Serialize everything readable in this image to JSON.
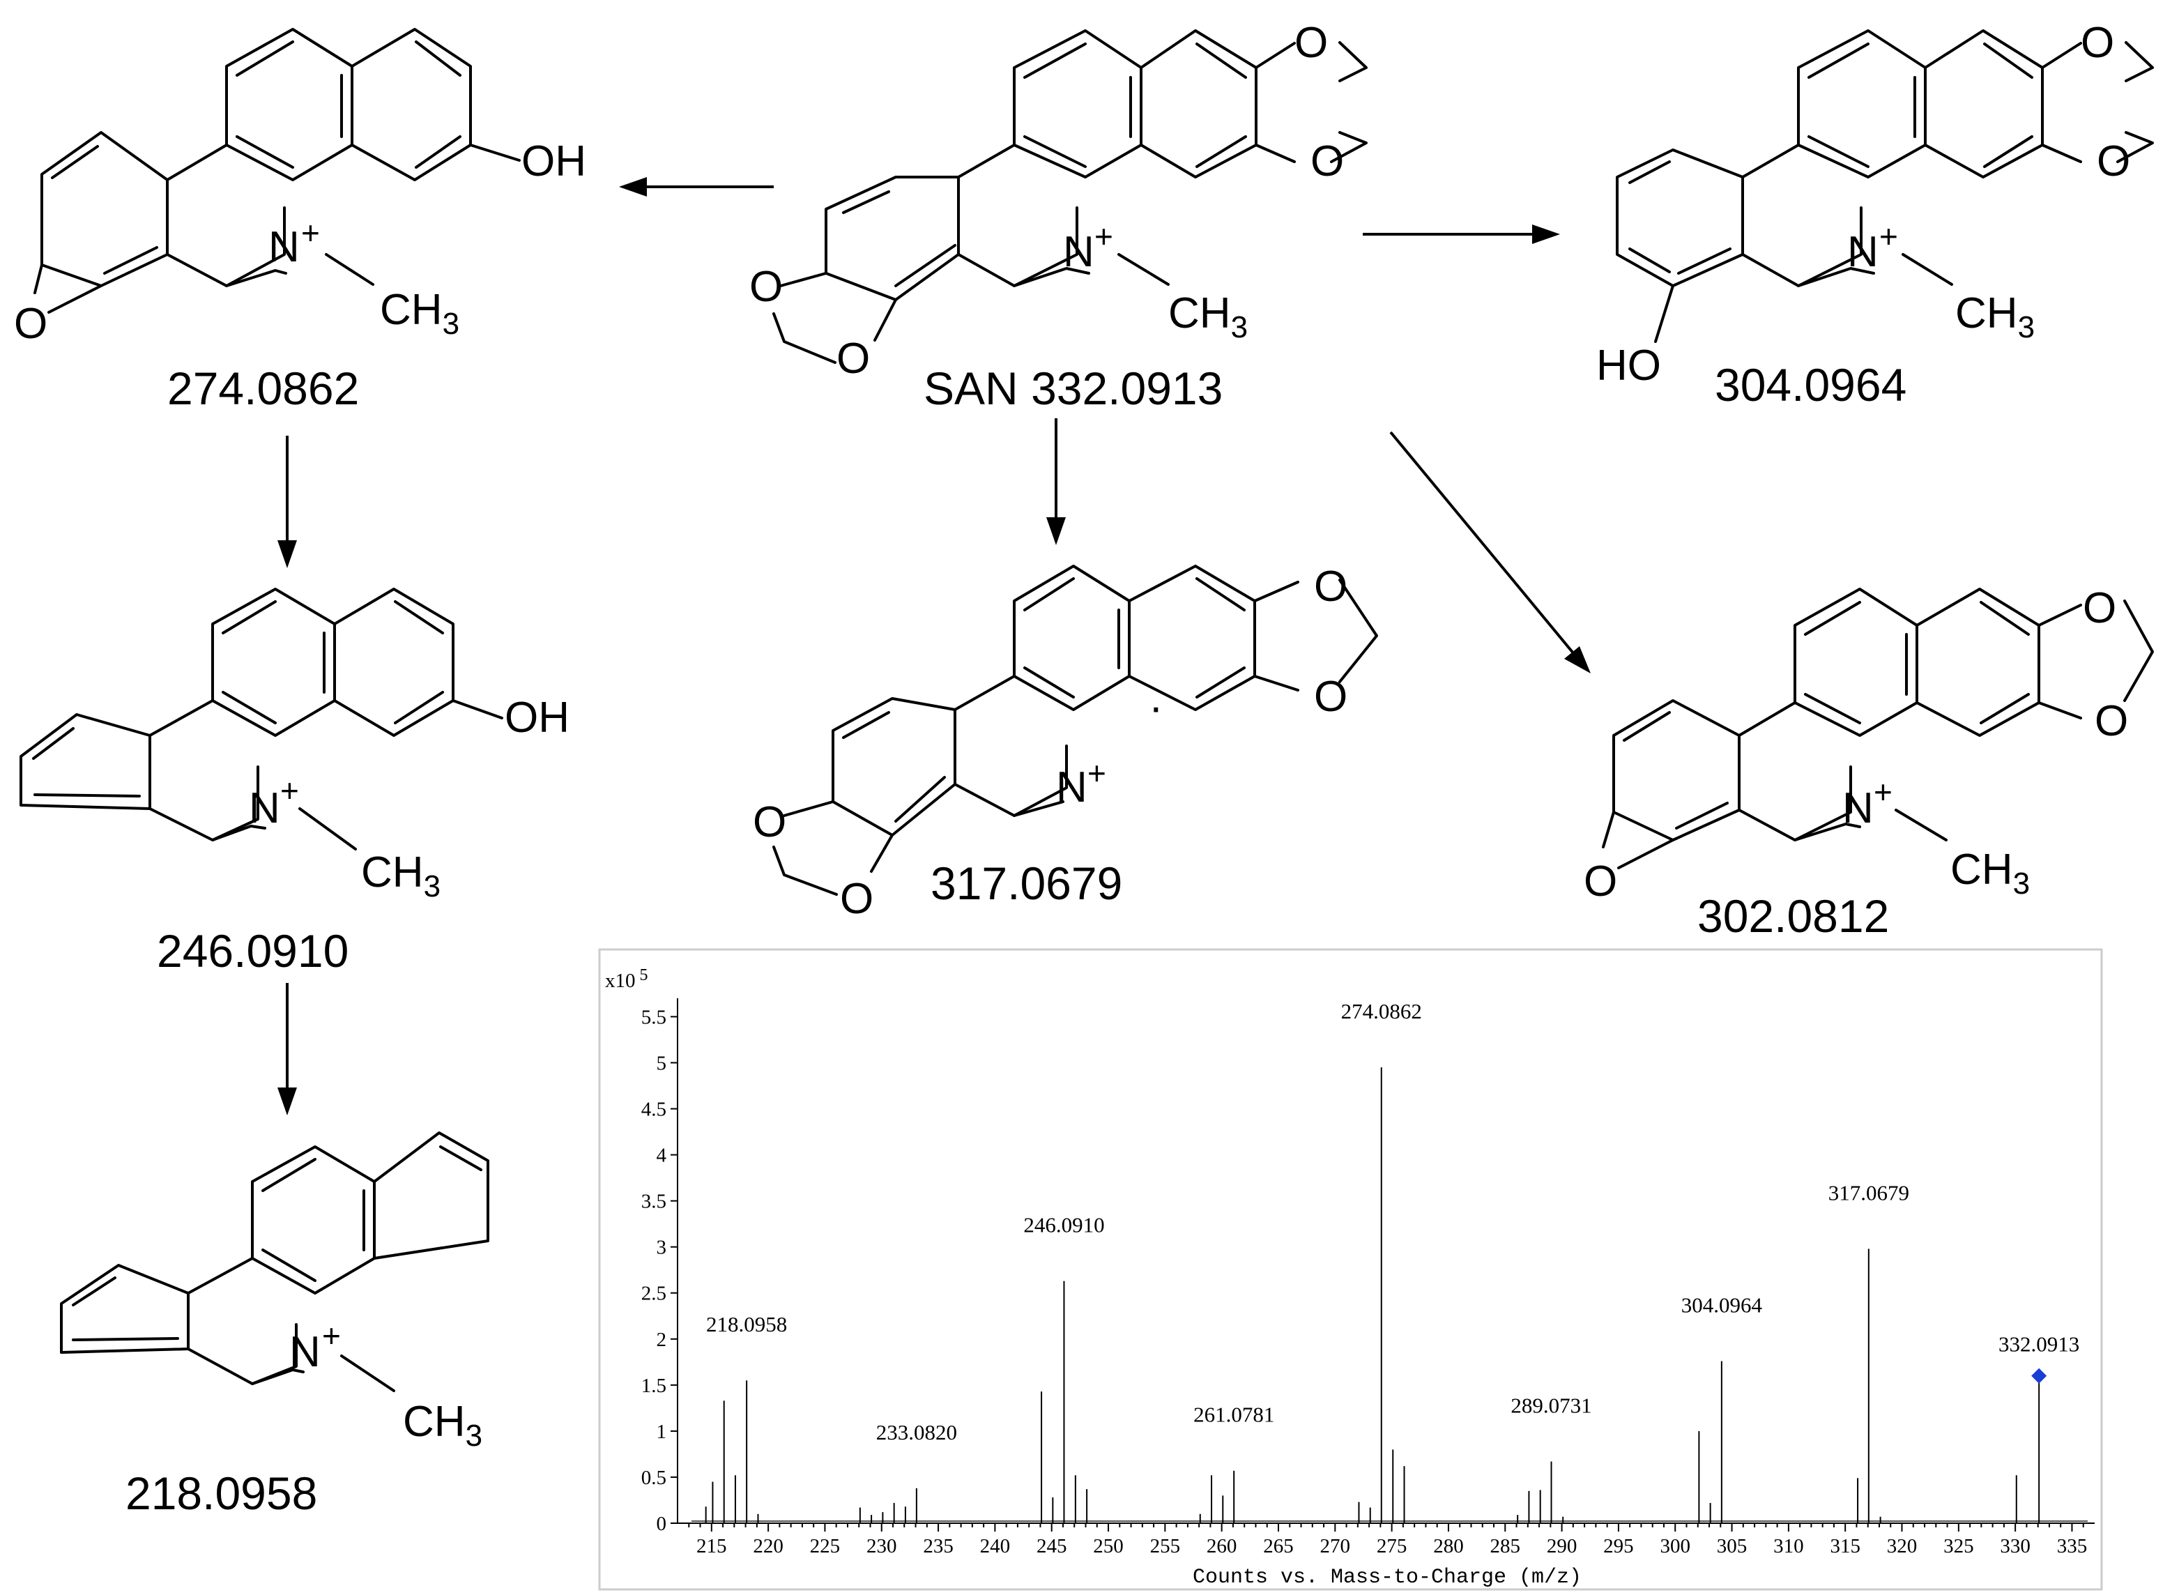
{
  "atoms": {
    "oh": "OH",
    "ho": "HO",
    "o": "O",
    "n": "N",
    "plus": "+",
    "ch": "CH",
    "three": "3",
    "radical": "·"
  },
  "compounds": {
    "san_prefix": "SAN",
    "san": "332.0913",
    "c274": "274.0862",
    "c304": "304.0964",
    "c317": "317.0679",
    "c302": "302.0812",
    "c246": "246.0910",
    "c218": "218.0958"
  },
  "chart_data": {
    "type": "bar",
    "title": "",
    "xlabel": "Counts vs. Mass-to-Charge (m/z)",
    "ylabel_multiplier": "x10",
    "ylabel_exponent": "5",
    "xlim": [
      212,
      337
    ],
    "ylim": [
      0,
      5.7
    ],
    "x_ticks": [
      215,
      220,
      225,
      230,
      235,
      240,
      245,
      250,
      255,
      260,
      265,
      270,
      275,
      280,
      285,
      290,
      295,
      300,
      305,
      310,
      315,
      320,
      325,
      330,
      335
    ],
    "y_ticks": [
      "0",
      "0.5",
      "1",
      "1.5",
      "2",
      "2.5",
      "3",
      "3.5",
      "4",
      "4.5",
      "5",
      "5.5"
    ],
    "precursor_marker_color": "#1a3fd6",
    "precursor": {
      "x": 332.0913,
      "y": 1.6
    },
    "labeled_peaks": [
      {
        "label": "218.0958",
        "x": 218.0958,
        "y": 1.55
      },
      {
        "label": "233.0820",
        "x": 233.082,
        "y": 0.38
      },
      {
        "label": "246.0910",
        "x": 246.091,
        "y": 2.63
      },
      {
        "label": "261.0781",
        "x": 261.0781,
        "y": 0.57
      },
      {
        "label": "274.0862",
        "x": 274.0862,
        "y": 4.95
      },
      {
        "label": "289.0731",
        "x": 289.0731,
        "y": 0.67
      },
      {
        "label": "304.0964",
        "x": 304.0964,
        "y": 1.76
      },
      {
        "label": "317.0679",
        "x": 317.0679,
        "y": 2.98
      },
      {
        "label": "332.0913",
        "x": 332.0913,
        "y": 1.55
      }
    ],
    "minor_peaks": [
      {
        "x": 214.5,
        "y": 0.18
      },
      {
        "x": 215.1,
        "y": 0.45
      },
      {
        "x": 216.1,
        "y": 1.33
      },
      {
        "x": 217.1,
        "y": 0.52
      },
      {
        "x": 219.1,
        "y": 0.1
      },
      {
        "x": 228.1,
        "y": 0.17
      },
      {
        "x": 229.1,
        "y": 0.09
      },
      {
        "x": 230.1,
        "y": 0.12
      },
      {
        "x": 231.1,
        "y": 0.22
      },
      {
        "x": 232.1,
        "y": 0.18
      },
      {
        "x": 244.1,
        "y": 1.43
      },
      {
        "x": 245.1,
        "y": 0.28
      },
      {
        "x": 247.1,
        "y": 0.52
      },
      {
        "x": 248.1,
        "y": 0.37
      },
      {
        "x": 258.1,
        "y": 0.1
      },
      {
        "x": 259.1,
        "y": 0.52
      },
      {
        "x": 260.1,
        "y": 0.3
      },
      {
        "x": 272.1,
        "y": 0.23
      },
      {
        "x": 273.1,
        "y": 0.17
      },
      {
        "x": 275.1,
        "y": 0.8
      },
      {
        "x": 276.1,
        "y": 0.62
      },
      {
        "x": 286.1,
        "y": 0.09
      },
      {
        "x": 287.1,
        "y": 0.35
      },
      {
        "x": 288.1,
        "y": 0.36
      },
      {
        "x": 290.1,
        "y": 0.07
      },
      {
        "x": 302.1,
        "y": 1.0
      },
      {
        "x": 303.1,
        "y": 0.22
      },
      {
        "x": 316.1,
        "y": 0.49
      },
      {
        "x": 318.1,
        "y": 0.07
      },
      {
        "x": 330.1,
        "y": 0.52
      }
    ]
  }
}
